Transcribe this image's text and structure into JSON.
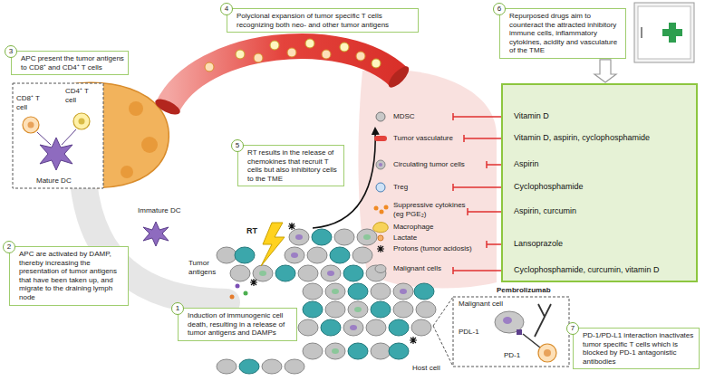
{
  "diagram": {
    "nodes": [
      {
        "text": [
          "4",
          "Polyclonal expansion of tumor specific T cells recognizing both neo- and other tumor antigens"
        ]
      },
      {
        "text": [
          "3",
          "APC present the tumor antigens to CD8⁺ and CD4⁺ T cells"
        ]
      },
      {
        "text": [
          "6",
          "Repurposed drugs aim to counteract the attracted inhibitory immune cells, inflammatory cytokines, acidity and vasculature of the TME"
        ]
      },
      {
        "text": [
          "5",
          "RT results in the release of chemokines that recruit T cells but also inhibitory cells to the TME"
        ]
      },
      {
        "text": [
          "2",
          "APC are activated by DAMP, thereby increasing the presentation of tumor antigens that have been taken up, and migrate to the draining lymph node"
        ]
      },
      {
        "text": [
          "1",
          "Induction of immunogenic cell death, resulting in a release of tumor antigens and DAMPs"
        ]
      },
      {
        "text": [
          "7",
          "PD-1/PD-L1 interaction inactivates tumor specific T cells which is blocked by PD-1 antagonistic antibodies"
        ]
      },
      {
        "text": [
          "Vitamin D",
          "Vitamin D, aspirin, cyclophosphamide",
          "Aspirin",
          "Cyclophosphamide",
          "Aspirin, curcumin",
          "Lansoprazole",
          "Cyclophosphamide, curcumin, vitamin D"
        ]
      }
    ],
    "edges": [
      {
        "from": 2,
        "to": 7,
        "arrow": "to"
      }
    ],
    "labels": [
      "CD8⁺ T cell",
      "CD4⁺ T cell",
      "Mature DC",
      "Immature DC",
      "Tumor antigens",
      "RT",
      "MDSC",
      "Tumor vasculature",
      "Circulating tumor cells",
      "Treg",
      "Suppressive cytokines (eg PGE₂)",
      "Macrophage",
      "Lactate",
      "Protons (tumor acidosis)",
      "Malignant cells",
      "Pembrolizumab",
      "Malignant cell",
      "PDL-1",
      "PD-1",
      "Host cell"
    ]
  }
}
